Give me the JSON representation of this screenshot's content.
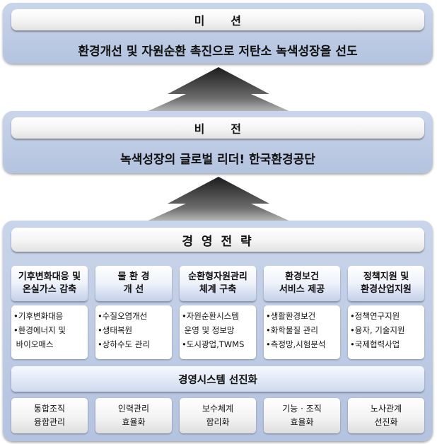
{
  "mission": {
    "title": "미      션",
    "text": "환경개선 및 자원순환 촉진으로 저탄소 녹색성장을 선도"
  },
  "vision": {
    "title": "비      전",
    "text": "녹색성장의 글로벌 리더! 한국환경공단"
  },
  "strategy": {
    "title": "경 영 전 략",
    "columns": [
      {
        "head": [
          "기후변화대응 및",
          "온실가스 감축"
        ],
        "items": [
          "•기후변화대응",
          "•환경에너지 및",
          " 바이오매스"
        ]
      },
      {
        "head": [
          "물 환 경",
          "개 선"
        ],
        "items": [
          "•수질오염개선",
          "•생태복원",
          "•상하수도 관리"
        ]
      },
      {
        "head": [
          "순환형자원관리",
          "체계 구축"
        ],
        "items": [
          "•자원순환시스템",
          " 운영 및 정보망",
          "•도시광업,TWMS"
        ]
      },
      {
        "head": [
          "환경보건",
          "서비스 제공"
        ],
        "items": [
          "•생활환경보건",
          "•화학물질 관리",
          "•측정망,시험분석"
        ]
      },
      {
        "head": [
          "정책지원 및",
          "환경산업지원"
        ],
        "items": [
          "•정책연구지원",
          "•융자, 기술지원",
          "•국제협력사업"
        ]
      }
    ],
    "system_title": "경영시스템 선진화",
    "bottom": [
      [
        "통합조직",
        "융합관리"
      ],
      [
        "인력관리",
        "효율화"
      ],
      [
        "보수체계",
        "합리화"
      ],
      [
        "기능 · 조직",
        "효율화"
      ],
      [
        "노사관계",
        "선진화"
      ]
    ]
  }
}
